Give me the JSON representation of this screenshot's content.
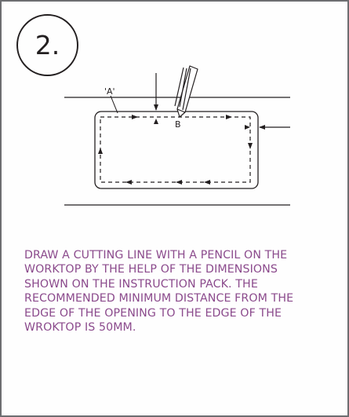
{
  "step": {
    "number": "2."
  },
  "diagram": {
    "label_a": "'A'",
    "label_b": "B"
  },
  "instructions": {
    "text": "DRAW A CUTTING LINE WITH A PENCIL ON THE WORKTOP BY THE HELP OF THE DIMENSIONS SHOWN ON THE INSTRUCTION PACK. THE RECOMMENDED MINIMUM DISTANCE FROM THE EDGE OF THE OPENING TO THE EDGE OF THE WROKTOP IS 50MM."
  },
  "colors": {
    "text_accent": "#8b4a8c",
    "line": "#231f20",
    "border": "#6d6e71"
  }
}
